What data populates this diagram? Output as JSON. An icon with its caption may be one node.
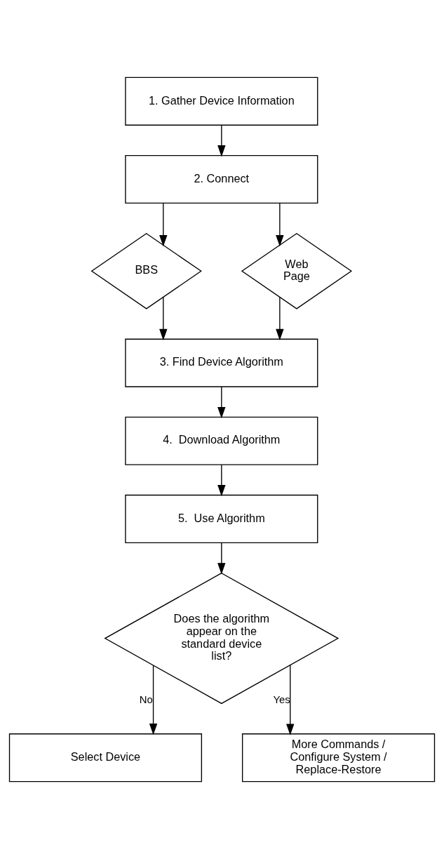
{
  "diagram": {
    "nodes": [
      {
        "text": [
          "1. Gather Device Information"
        ]
      },
      {
        "text": [
          "2. Connect"
        ]
      },
      {
        "text": [
          "BBS"
        ]
      },
      {
        "text": [
          "Web Page"
        ]
      },
      {
        "text": [
          "3. Find Device Algorithm"
        ]
      },
      {
        "text": [
          "4.  Download Algorithm"
        ]
      },
      {
        "text": [
          "5.  Use Algorithm"
        ]
      },
      {
        "text": [
          "Does the algorithm appear on the standard device list?"
        ]
      },
      {
        "text": [
          "Select Device"
        ]
      },
      {
        "text": [
          "More Commands / Configure System / Replace-Restore"
        ]
      }
    ],
    "edges": [
      {
        "from": 0,
        "to": 1,
        "arrow": "to"
      },
      {
        "from": 1,
        "to": 2,
        "arrow": "to"
      },
      {
        "from": 1,
        "to": 3,
        "arrow": "to"
      },
      {
        "from": 2,
        "to": 4,
        "arrow": "to"
      },
      {
        "from": 3,
        "to": 4,
        "arrow": "to"
      },
      {
        "from": 4,
        "to": 5,
        "arrow": "to"
      },
      {
        "from": 5,
        "to": 6,
        "arrow": "to"
      },
      {
        "from": 6,
        "to": 7,
        "arrow": "to"
      },
      {
        "from": 7,
        "to": 8,
        "label": "No",
        "arrow": "to"
      },
      {
        "from": 7,
        "to": 9,
        "label": "Yes",
        "arrow": "to"
      }
    ]
  }
}
